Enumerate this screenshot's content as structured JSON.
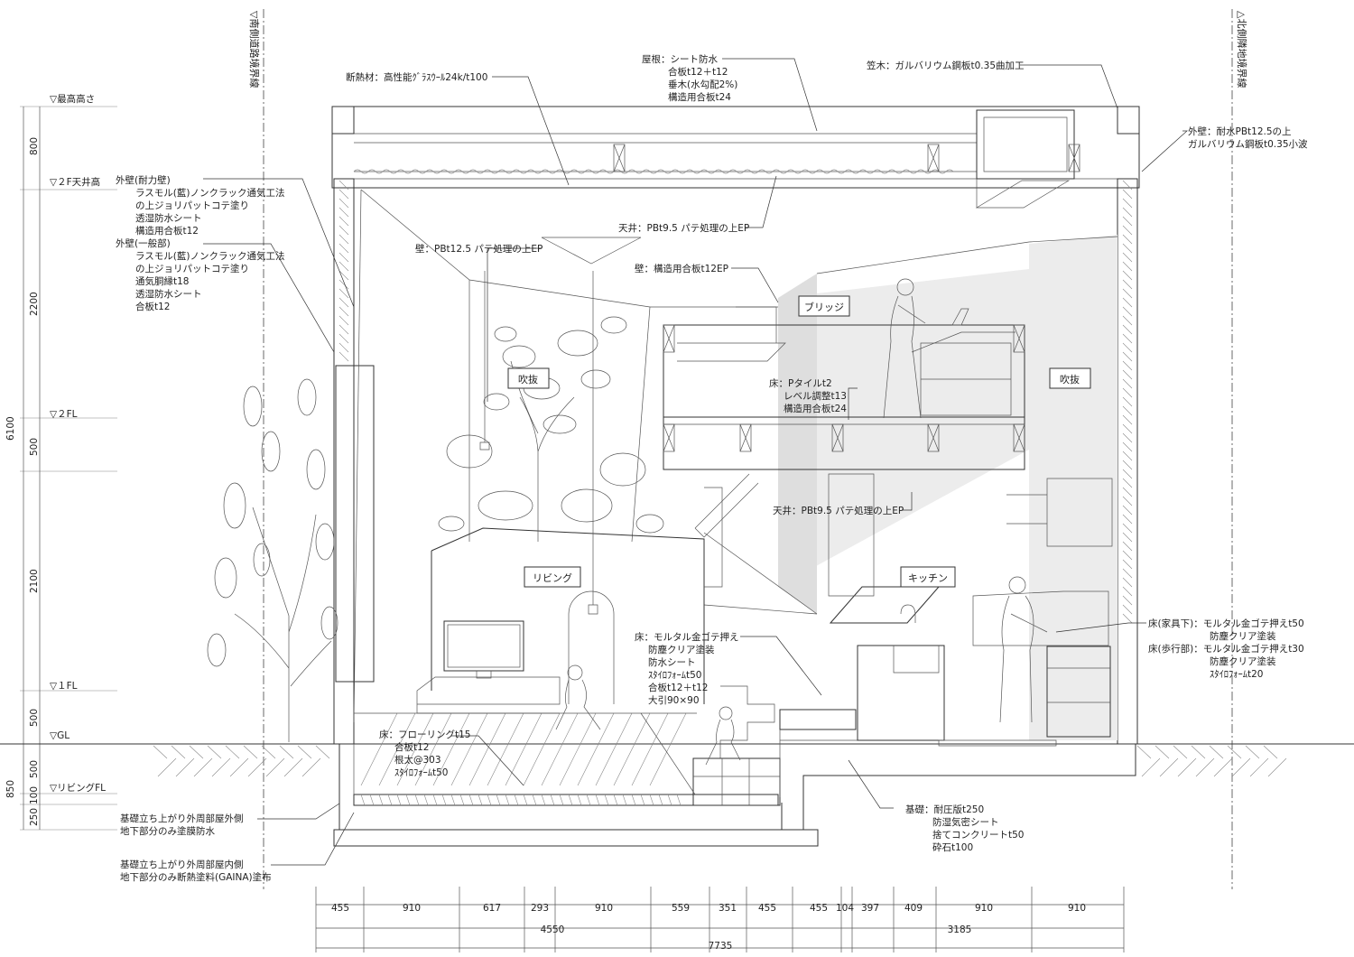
{
  "boundaries": {
    "south": "▽南側道路境界線",
    "north": "△北側隣地境界線"
  },
  "levels": [
    {
      "id": "max",
      "label": "▽最高高さ"
    },
    {
      "id": "c2",
      "label": "▽２F天井高"
    },
    {
      "id": "f2",
      "label": "▽２FL"
    },
    {
      "id": "f1",
      "label": "▽１FL"
    },
    {
      "id": "gl",
      "label": "▽GL"
    },
    {
      "id": "lfl",
      "label": "▽リビングFL"
    }
  ],
  "vertical_dims": {
    "segments": [
      "800",
      "2200",
      "500",
      "2100",
      "500",
      "500",
      "100",
      "250"
    ],
    "total_upper": "6100",
    "total_lower": "850"
  },
  "rooms": {
    "fukinuke_left": "吹抜",
    "fukinuke_right": "吹抜",
    "bridge": "ブリッジ",
    "living": "リビング",
    "kitchen": "キッチン"
  },
  "notes": {
    "roof": [
      "屋根：シート防水",
      "合板t12＋t12",
      "垂木(水勾配2%)",
      "構造用合板t24"
    ],
    "insulation": "断熱材：高性能ｸﾞﾗｽｳｰﾙ24k/t100",
    "kasagi": "笠木：ガルバリウム鋼板t0.35曲加工",
    "ext_wall_right": [
      "外壁：耐水PBt12.5の上",
      "ガルバリウム鋼板t0.35小波"
    ],
    "ext_wall_bearing": [
      "外壁(耐力壁)",
      "ラスモル(藍)ノンクラック通気工法",
      "の上ジョリパットコテ塗り",
      "透湿防水シート",
      "構造用合板t12"
    ],
    "ext_wall_general": [
      "外壁(一般部)",
      "ラスモル(藍)ノンクラック通気工法",
      "の上ジョリパットコテ塗り",
      "通気胴縁t18",
      "透湿防水シート",
      "合板t12"
    ],
    "ceiling_top": "天井：PBt9.5  パテ処理の上EP",
    "wall_pb": "壁：PBt12.5  パテ処理の上EP",
    "wall_structural": "壁：構造用合板t12EP",
    "bridge_floor": [
      "床：Pタイルt2",
      "レベル調整t13",
      "構造用合板t24"
    ],
    "ceiling_mid": "天井：PBt9.5  パテ処理の上EP",
    "floor_mortar": [
      "床：モルタル金ゴテ押え",
      "防塵クリア塗装",
      "防水シート",
      "ｽﾀｲﾛﾌｫｰﾑt50",
      "合板t12＋t12",
      "大引90×90"
    ],
    "floor_flooring": [
      "床：フローリングt15",
      "合板t12",
      "根太@303",
      "ｽﾀｲﾛﾌｫｰﾑt50"
    ],
    "floor_furniture": [
      "床(家具下)：モルタル金ゴテ押えt50",
      "防塵クリア塗装"
    ],
    "floor_walk": [
      "床(歩行部)：モルタル金ゴテ押えt30",
      "防塵クリア塗装",
      "ｽﾀｲﾛﾌｫｰﾑt20"
    ],
    "foundation": [
      "基礎：耐圧版t250",
      "防湿気密シート",
      "捨てコンクリートt50",
      "砕石t100"
    ],
    "found_out": [
      "基礎立ち上がり外周部屋外側",
      "地下部分のみ塗膜防水"
    ],
    "found_in": [
      "基礎立ち上がり外周部屋内側",
      "地下部分のみ断熱塗料(GAINA)塗布"
    ]
  },
  "horizontal_dims": {
    "segments": [
      "455",
      "910",
      "617",
      "293",
      "910",
      "559",
      "351",
      "455",
      "455",
      "104",
      "397",
      "409",
      "910",
      "910"
    ],
    "subtotals": [
      "4550",
      "3185"
    ],
    "total": "7735"
  }
}
